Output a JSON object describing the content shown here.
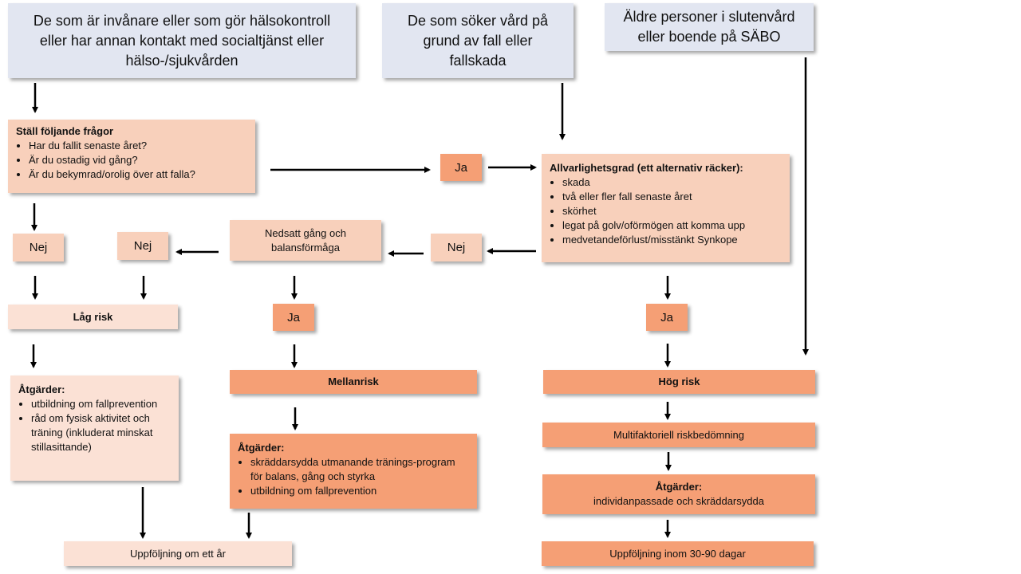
{
  "sources": {
    "residents": "De som är invånare eller som gör hälsokontroll eller har annan kontakt med socialtjänst eller hälso-/sjukvården",
    "care_fall": "De som söker vård på grund av fall eller fallskada",
    "elderly": "Äldre personer i slutenvård eller boende på SÄBO"
  },
  "questions": {
    "title": "Ställ följande frågor",
    "items": [
      "Har du fallit senaste året?",
      "Är du ostadig vid gång?",
      "Är du bekymrad/orolig över att falla?"
    ]
  },
  "severity": {
    "title": "Allvarlighetsgrad (ett alternativ räcker):",
    "items": [
      "skada",
      "två eller fler fall senaste året",
      "skörhet",
      "legat på golv/oförmögen att komma upp",
      "medvetandeförlust/misstänkt Synkope"
    ]
  },
  "answers": {
    "yes": "Ja",
    "no": "Nej"
  },
  "balance": "Nedsatt gång och balansförmåga",
  "risk": {
    "low": "Låg risk",
    "medium": "Mellanrisk",
    "high": "Hög risk"
  },
  "low_actions": {
    "title": "Åtgärder:",
    "items": [
      "utbildning om fallprevention",
      "råd om fysisk aktivitet och träning (inkluderat minskat stillasittande)"
    ]
  },
  "medium_actions": {
    "title": "Åtgärder:",
    "items": [
      "skräddarsydda utmanande tränings-program för balans, gång och styrka",
      "utbildning om fallprevention"
    ]
  },
  "multifactorial": "Multifaktoriell riskbedömning",
  "high_actions": {
    "title": "Åtgärder:",
    "text": "individanpassade och skräddarsydda"
  },
  "followup": {
    "year": "Uppföljning om ett år",
    "days": "Uppföljning inom 30-90 dagar"
  },
  "colors": {
    "blue": "#e2e6f1",
    "peach": "#f8d0bb",
    "light": "#fbe1d5",
    "orange": "#f59f75"
  }
}
